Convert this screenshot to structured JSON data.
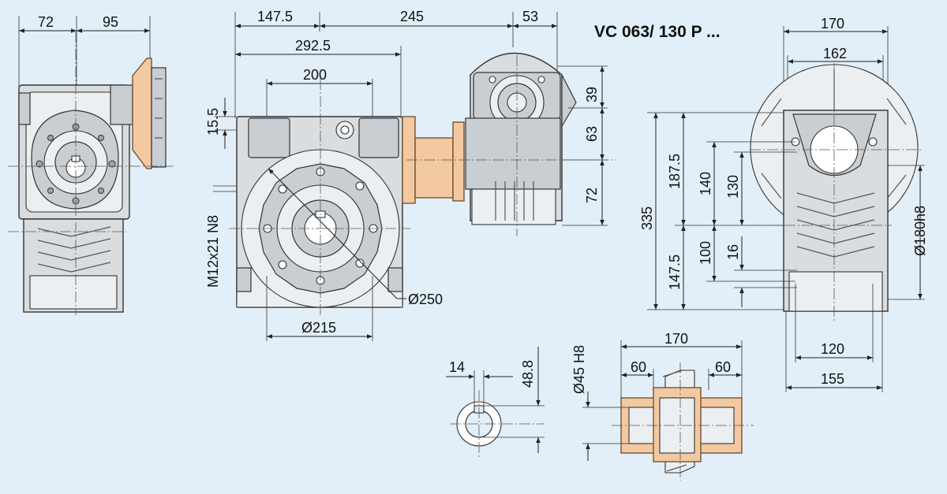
{
  "title": "VC 063/ 130 P ...",
  "colors": {
    "background": "#e2eff8",
    "flange": "#f2c9a0",
    "housing": "#d9dde0"
  },
  "dimensions": {
    "left_view": {
      "width_a": "72",
      "width_b": "95"
    },
    "front_view": {
      "d147_5": "147.5",
      "d245": "245",
      "d53": "53",
      "d292_5": "292.5",
      "d200": "200",
      "d15_5": "15.5",
      "thread": "M12x21 N8",
      "d39": "39",
      "d63": "63",
      "d72": "72",
      "dia250": "Ø250",
      "dia215": "Ø215"
    },
    "right_view": {
      "d170": "170",
      "d162": "162",
      "d335": "335",
      "d187_5": "187.5",
      "d147_5": "147.5",
      "d140": "140",
      "d100": "100",
      "d130": "130",
      "d16": "16",
      "dia180": "Ø180h8",
      "d120": "120",
      "d155": "155"
    },
    "keyway_detail": {
      "d14": "14",
      "d48_8": "48.8"
    },
    "shaft_detail": {
      "dia45": "Ø45 H8",
      "d170": "170",
      "d60_left": "60",
      "d60_right": "60"
    }
  }
}
